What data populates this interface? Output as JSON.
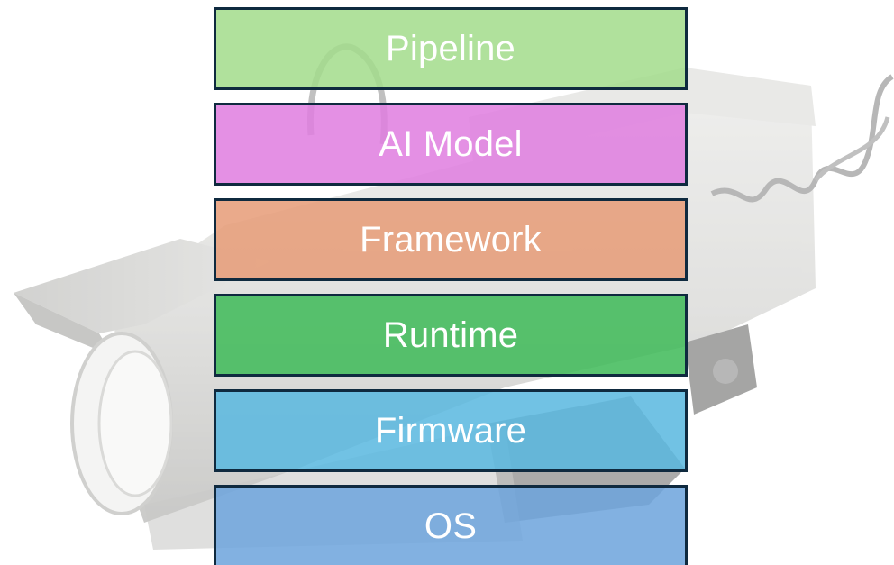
{
  "layers": [
    {
      "label": "Pipeline",
      "color": "#a3dc8c"
    },
    {
      "label": "AI Model",
      "color": "#e07ee0"
    },
    {
      "label": "Framework",
      "color": "#e69c78"
    },
    {
      "label": "Runtime",
      "color": "#3fba58"
    },
    {
      "label": "Firmware",
      "color": "#5ab8e0"
    },
    {
      "label": "OS",
      "color": "#6ea4dc"
    }
  ],
  "background": {
    "image": "security-camera",
    "image_opacity": 0.55
  }
}
